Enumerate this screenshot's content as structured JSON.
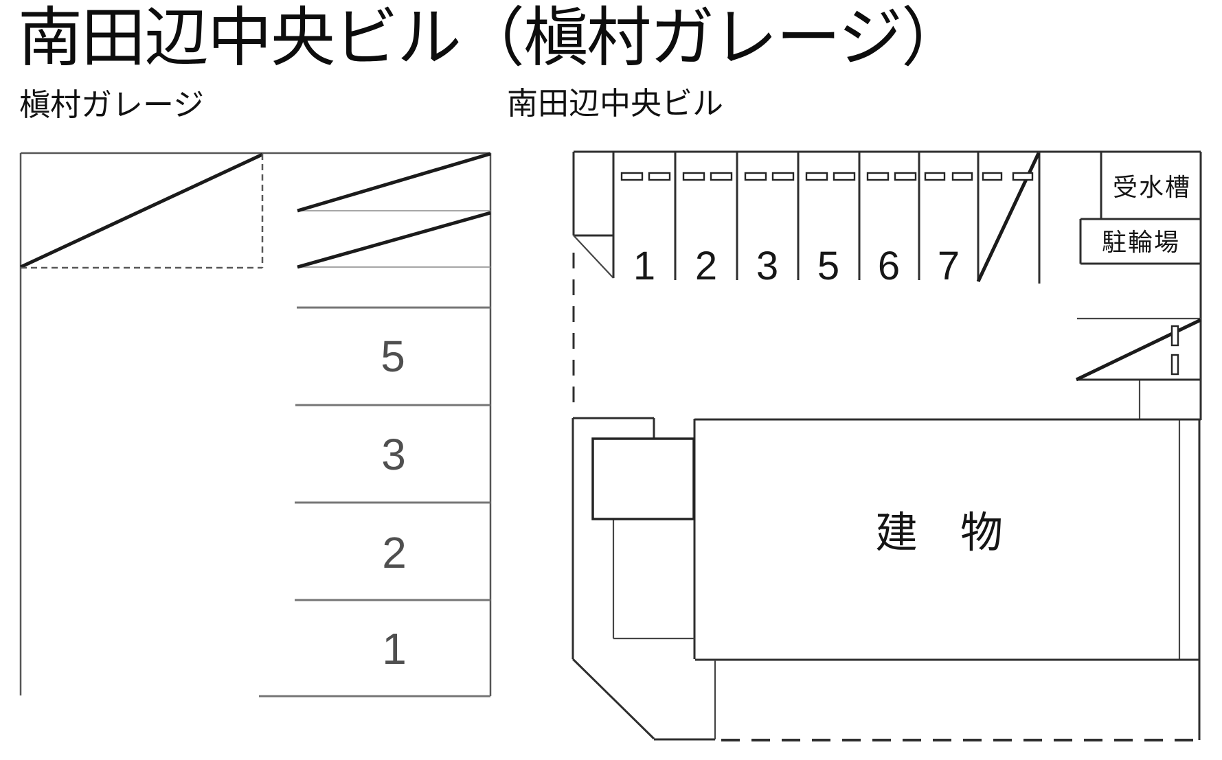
{
  "title": "南田辺中央ビル（槇村ガレージ）",
  "garage": {
    "label": "槇村ガレージ",
    "stalls": [
      "5",
      "3",
      "2",
      "1"
    ],
    "crossed_out_stalls": 3
  },
  "building": {
    "label": "南田辺中央ビル",
    "stalls": [
      "1",
      "2",
      "3",
      "5",
      "6",
      "7"
    ],
    "crossed_out_stalls": 1,
    "water_tank_label": "受水槽",
    "bicycle_parking_label": "駐輪場",
    "building_label": "建　物"
  },
  "colors": {
    "ink": "#1b1b1b",
    "mid": "#2e2e2e",
    "border": "#555555",
    "thin": "#8a8a8a",
    "numgray": "#4f4f4f",
    "bg": "#ffffff"
  }
}
